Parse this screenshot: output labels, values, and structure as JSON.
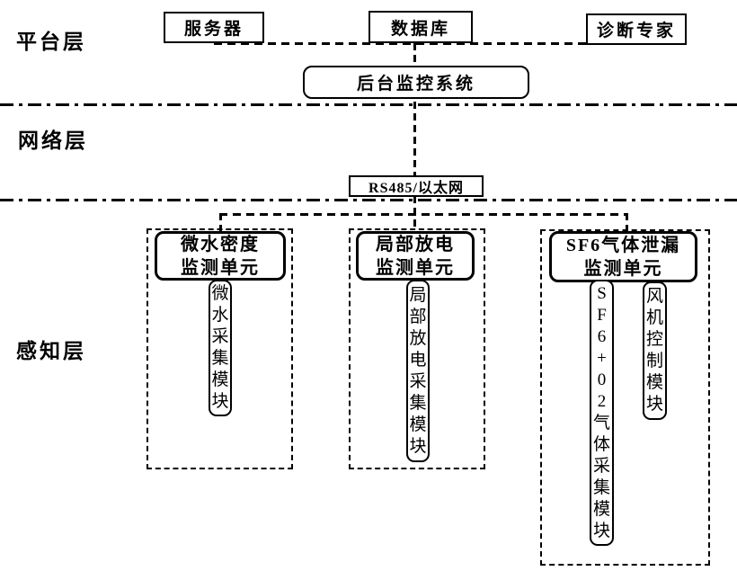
{
  "diagram": {
    "layer_labels": {
      "platform": "平台层",
      "network": "网络层",
      "perception": "感知层"
    },
    "platform_layer": {
      "server": "服务器",
      "database": "数据库",
      "diagnosis_expert": "诊断专家",
      "backend_monitor": "后台监控系统"
    },
    "network_layer": {
      "bus": "RS485/以太网"
    },
    "perception_layer": {
      "units": [
        {
          "title": "微水密度\n监测单元",
          "modules": [
            "微\n水\n采\n集\n模\n块"
          ]
        },
        {
          "title": "局部放电\n监测单元",
          "modules": [
            "局\n部\n放\n电\n采\n集\n模\n块"
          ]
        },
        {
          "title": "SF6气体泄漏\n监测单元",
          "modules": [
            "S\nF\n6\n+\n0\n2\n气\n体\n采\n集\n模\n块",
            "风\n机\n控\n制\n模\n块"
          ]
        }
      ]
    }
  }
}
